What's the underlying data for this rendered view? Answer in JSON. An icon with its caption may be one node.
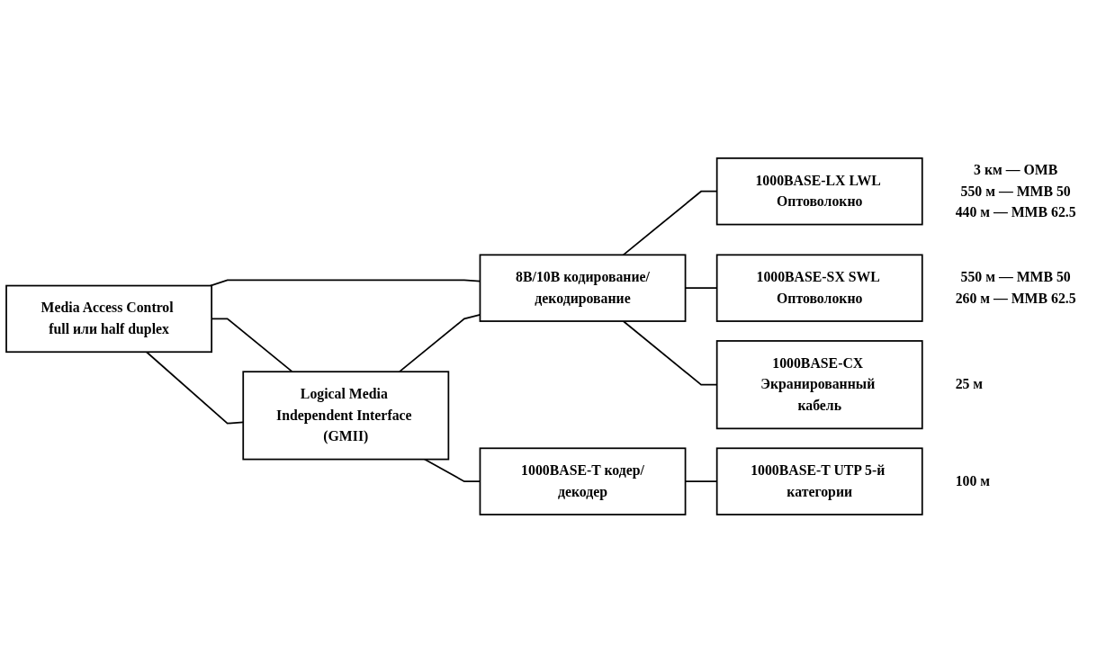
{
  "diagram": {
    "nodes": [
      {
        "text": [
          "Media Access Control full или half duplex"
        ]
      },
      {
        "text": [
          "Logical Media Independent Interface (GMII)"
        ]
      },
      {
        "text": [
          "8B/10B кодирование/декодирование"
        ]
      },
      {
        "text": [
          "1000BASE-T кодер/декодер"
        ]
      },
      {
        "text": [
          "1000BASE-LX LWL Оптоволокно"
        ],
        "beside": [
          "3 км — OMB",
          "550 м — MMB 50",
          "440 м — MMB 62.5"
        ]
      },
      {
        "text": [
          "1000BASE-SX SWL Оптоволокно"
        ],
        "beside": [
          "550 м — MMB 50",
          "260 м — MMB 62.5"
        ]
      },
      {
        "text": [
          "1000BASE-CX Экранированный кабель"
        ],
        "beside": [
          "25 м"
        ]
      },
      {
        "text": [
          "1000BASE-T UTP 5-й категории"
        ],
        "beside": [
          "100 м"
        ]
      }
    ],
    "edges": [
      {
        "from": 0,
        "to": 2,
        "arrow": "none"
      },
      {
        "from": 0,
        "to": 1,
        "arrow": "none"
      },
      {
        "from": 0,
        "to": 1,
        "arrow": "none"
      },
      {
        "from": 1,
        "to": 2,
        "arrow": "none"
      },
      {
        "from": 1,
        "to": 3,
        "arrow": "none"
      },
      {
        "from": 2,
        "to": 4,
        "arrow": "none"
      },
      {
        "from": 2,
        "to": 5,
        "arrow": "none"
      },
      {
        "from": 2,
        "to": 6,
        "arrow": "none"
      },
      {
        "from": 3,
        "to": 7,
        "arrow": "none"
      }
    ]
  }
}
